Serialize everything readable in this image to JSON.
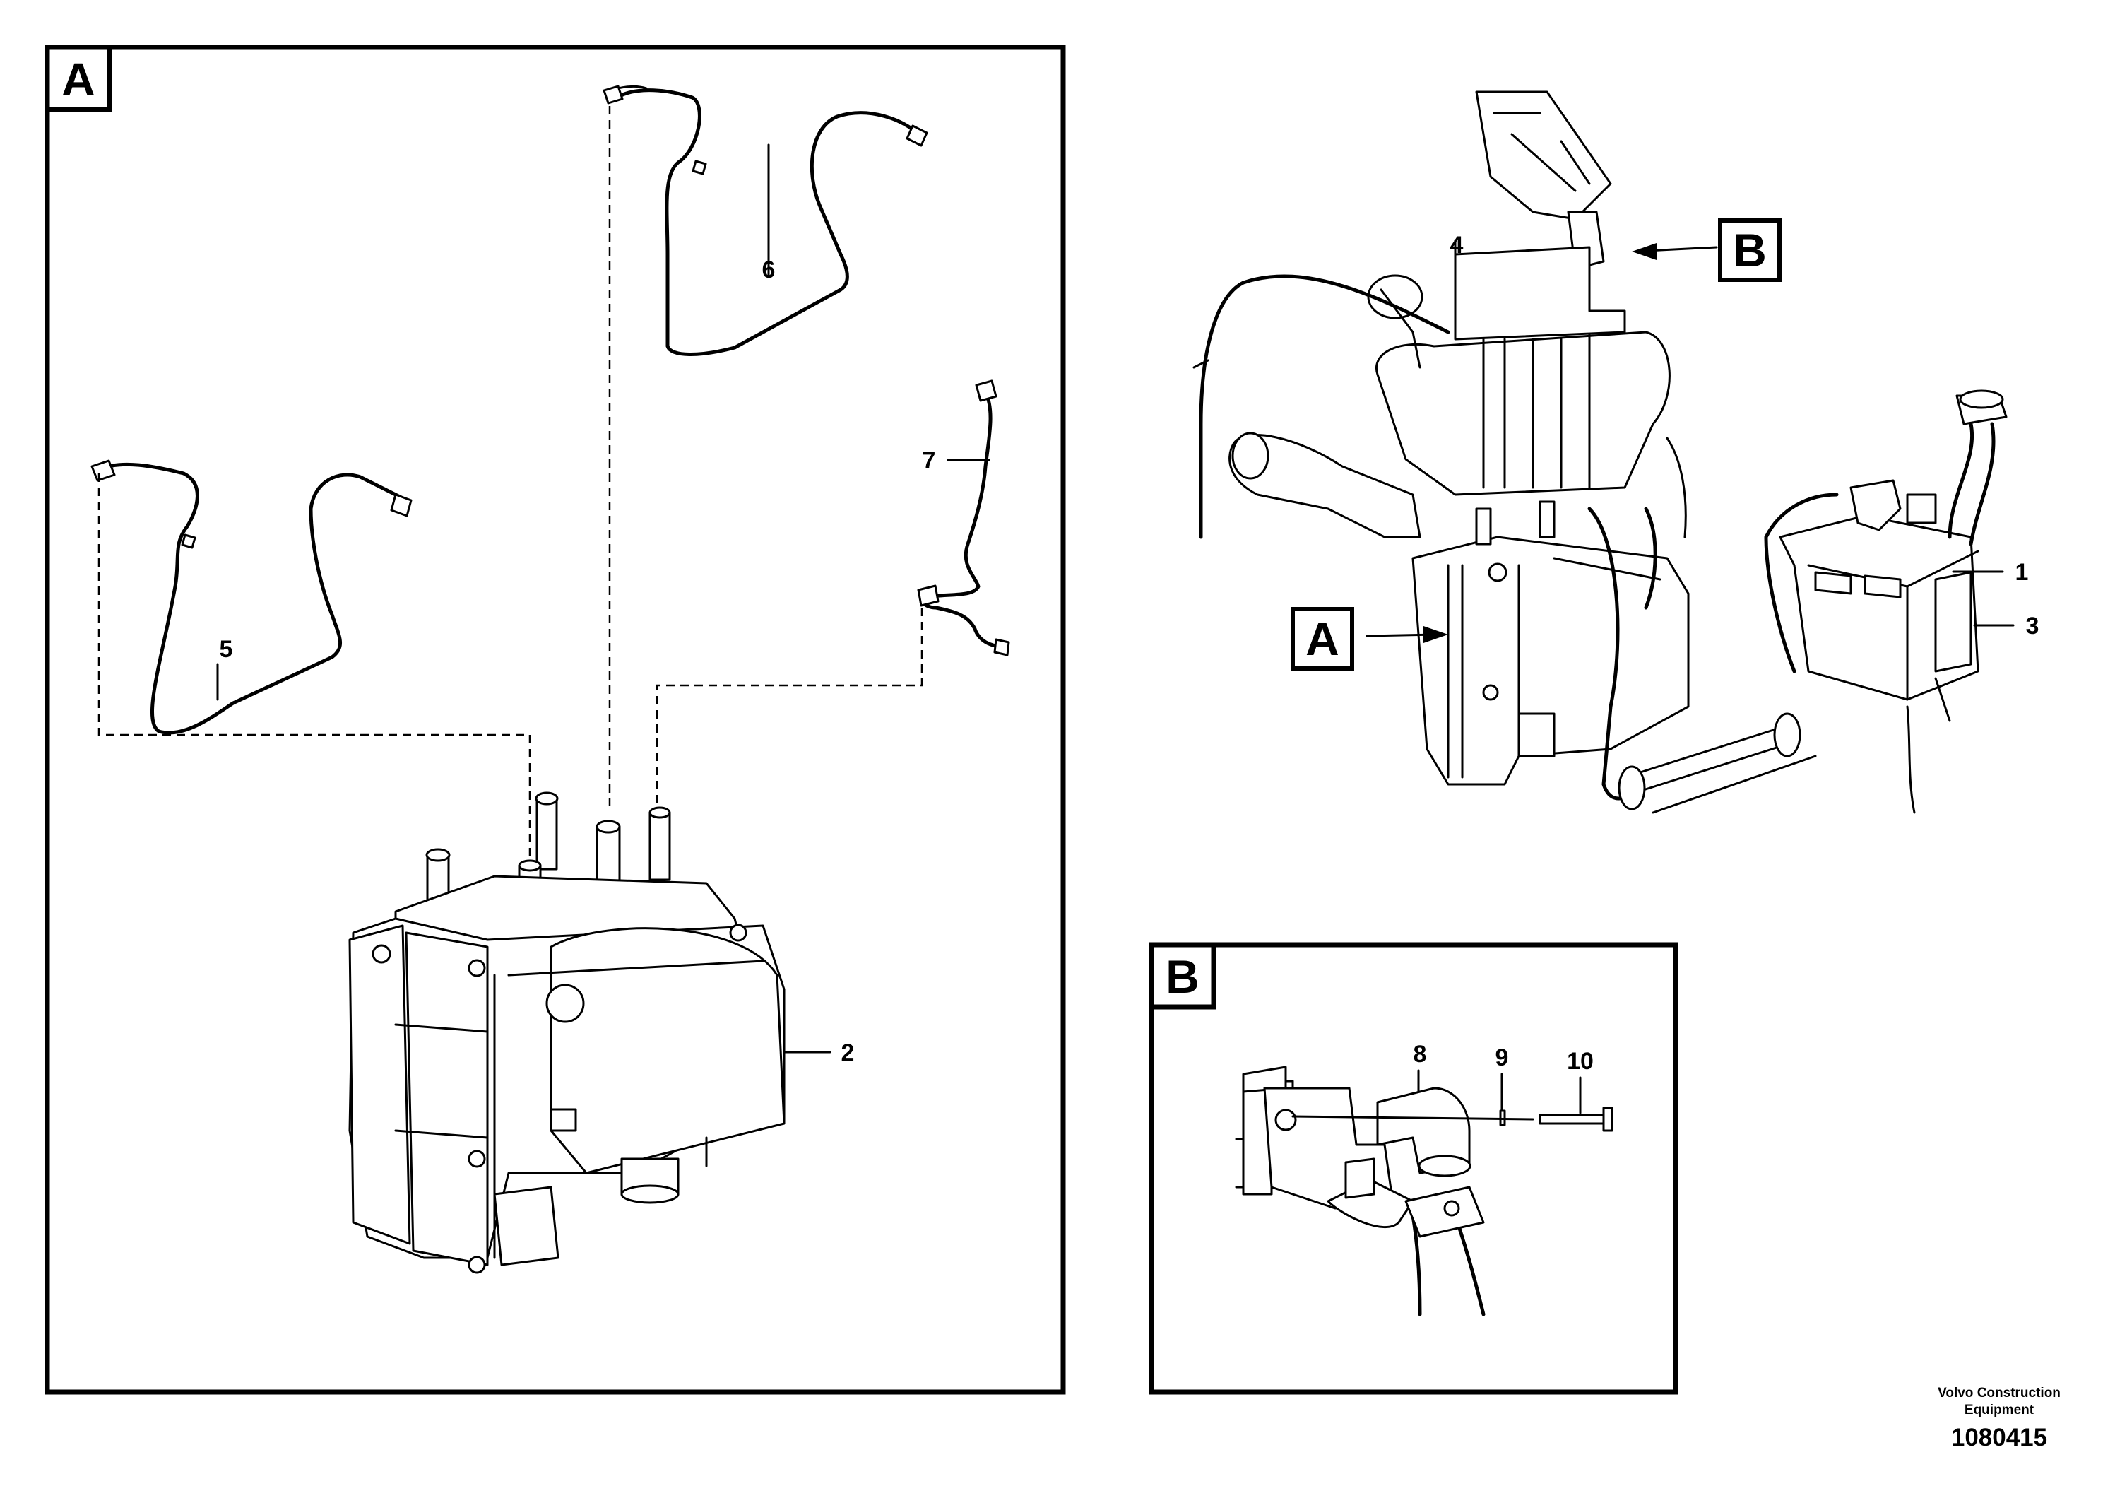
{
  "panels": {
    "a": {
      "tag": "A"
    },
    "b": {
      "tag": "B"
    }
  },
  "overview": {
    "tag_a": "A",
    "tag_b": "B"
  },
  "callouts": {
    "p1": "1",
    "p2": "2",
    "p3": "3",
    "p4": "4",
    "p5": "5",
    "p6": "6",
    "p7": "7",
    "p8": "8",
    "p9": "9",
    "p10": "10"
  },
  "footer": {
    "line1": "Volvo Construction",
    "line2": "Equipment",
    "drawing_number": "1080415"
  }
}
